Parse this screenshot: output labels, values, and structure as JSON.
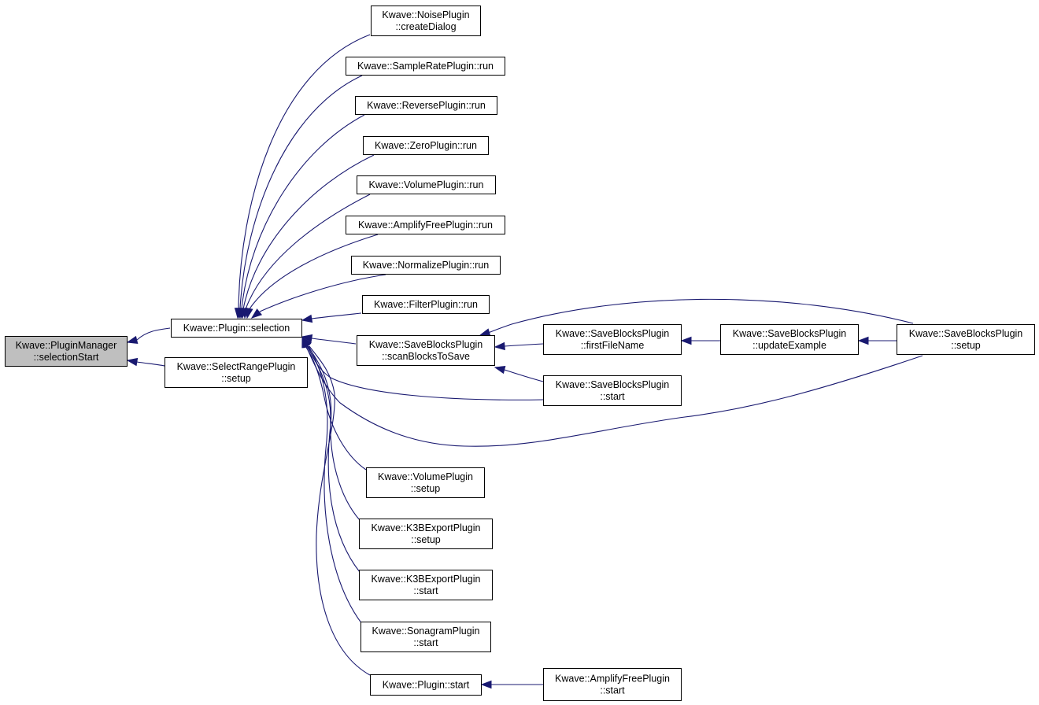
{
  "graph": {
    "edge_color": "#191970",
    "root_fill": "#bfbfbf",
    "nodes": [
      {
        "id": "pm_selectionStart",
        "lines": [
          "Kwave::PluginManager",
          "::selectionStart"
        ],
        "root": true
      },
      {
        "id": "plugin_selection",
        "lines": [
          "Kwave::Plugin::selection"
        ]
      },
      {
        "id": "selectrange_setup",
        "lines": [
          "Kwave::SelectRangePlugin",
          "::setup"
        ]
      },
      {
        "id": "noise_createDialog",
        "lines": [
          "Kwave::NoisePlugin",
          "::createDialog"
        ]
      },
      {
        "id": "samplerate_run",
        "lines": [
          "Kwave::SampleRatePlugin::run"
        ]
      },
      {
        "id": "reverse_run",
        "lines": [
          "Kwave::ReversePlugin::run"
        ]
      },
      {
        "id": "zero_run",
        "lines": [
          "Kwave::ZeroPlugin::run"
        ]
      },
      {
        "id": "volume_run",
        "lines": [
          "Kwave::VolumePlugin::run"
        ]
      },
      {
        "id": "amplifyfree_run",
        "lines": [
          "Kwave::AmplifyFreePlugin::run"
        ]
      },
      {
        "id": "normalize_run",
        "lines": [
          "Kwave::NormalizePlugin::run"
        ]
      },
      {
        "id": "filter_run",
        "lines": [
          "Kwave::FilterPlugin::run"
        ]
      },
      {
        "id": "saveblocks_scan",
        "lines": [
          "Kwave::SaveBlocksPlugin",
          "::scanBlocksToSave"
        ]
      },
      {
        "id": "saveblocks_firstFileName",
        "lines": [
          "Kwave::SaveBlocksPlugin",
          "::firstFileName"
        ]
      },
      {
        "id": "saveblocks_updateExample",
        "lines": [
          "Kwave::SaveBlocksPlugin",
          "::updateExample"
        ]
      },
      {
        "id": "saveblocks_setup",
        "lines": [
          "Kwave::SaveBlocksPlugin",
          "::setup"
        ]
      },
      {
        "id": "saveblocks_start",
        "lines": [
          "Kwave::SaveBlocksPlugin",
          "::start"
        ]
      },
      {
        "id": "volume_setup",
        "lines": [
          "Kwave::VolumePlugin",
          "::setup"
        ]
      },
      {
        "id": "k3b_setup",
        "lines": [
          "Kwave::K3BExportPlugin",
          "::setup"
        ]
      },
      {
        "id": "k3b_start",
        "lines": [
          "Kwave::K3BExportPlugin",
          "::start"
        ]
      },
      {
        "id": "sonagram_start",
        "lines": [
          "Kwave::SonagramPlugin",
          "::start"
        ]
      },
      {
        "id": "plugin_start",
        "lines": [
          "Kwave::Plugin::start"
        ]
      },
      {
        "id": "amplifyfree_start",
        "lines": [
          "Kwave::AmplifyFreePlugin",
          "::start"
        ]
      }
    ],
    "edges": [
      {
        "from": "plugin_selection",
        "to": "pm_selectionStart"
      },
      {
        "from": "selectrange_setup",
        "to": "pm_selectionStart"
      },
      {
        "from": "noise_createDialog",
        "to": "plugin_selection"
      },
      {
        "from": "samplerate_run",
        "to": "plugin_selection"
      },
      {
        "from": "reverse_run",
        "to": "plugin_selection"
      },
      {
        "from": "zero_run",
        "to": "plugin_selection"
      },
      {
        "from": "volume_run",
        "to": "plugin_selection"
      },
      {
        "from": "amplifyfree_run",
        "to": "plugin_selection"
      },
      {
        "from": "normalize_run",
        "to": "plugin_selection"
      },
      {
        "from": "filter_run",
        "to": "plugin_selection"
      },
      {
        "from": "saveblocks_scan",
        "to": "plugin_selection"
      },
      {
        "from": "saveblocks_start",
        "to": "plugin_selection"
      },
      {
        "from": "saveblocks_setup",
        "to": "plugin_selection"
      },
      {
        "from": "volume_setup",
        "to": "plugin_selection"
      },
      {
        "from": "k3b_setup",
        "to": "plugin_selection"
      },
      {
        "from": "k3b_start",
        "to": "plugin_selection"
      },
      {
        "from": "sonagram_start",
        "to": "plugin_selection"
      },
      {
        "from": "plugin_start",
        "to": "plugin_selection"
      },
      {
        "from": "saveblocks_firstFileName",
        "to": "saveblocks_scan"
      },
      {
        "from": "saveblocks_setup",
        "to": "saveblocks_scan"
      },
      {
        "from": "saveblocks_start",
        "to": "saveblocks_scan"
      },
      {
        "from": "saveblocks_updateExample",
        "to": "saveblocks_firstFileName"
      },
      {
        "from": "saveblocks_setup",
        "to": "saveblocks_updateExample"
      },
      {
        "from": "amplifyfree_start",
        "to": "plugin_start"
      }
    ]
  }
}
